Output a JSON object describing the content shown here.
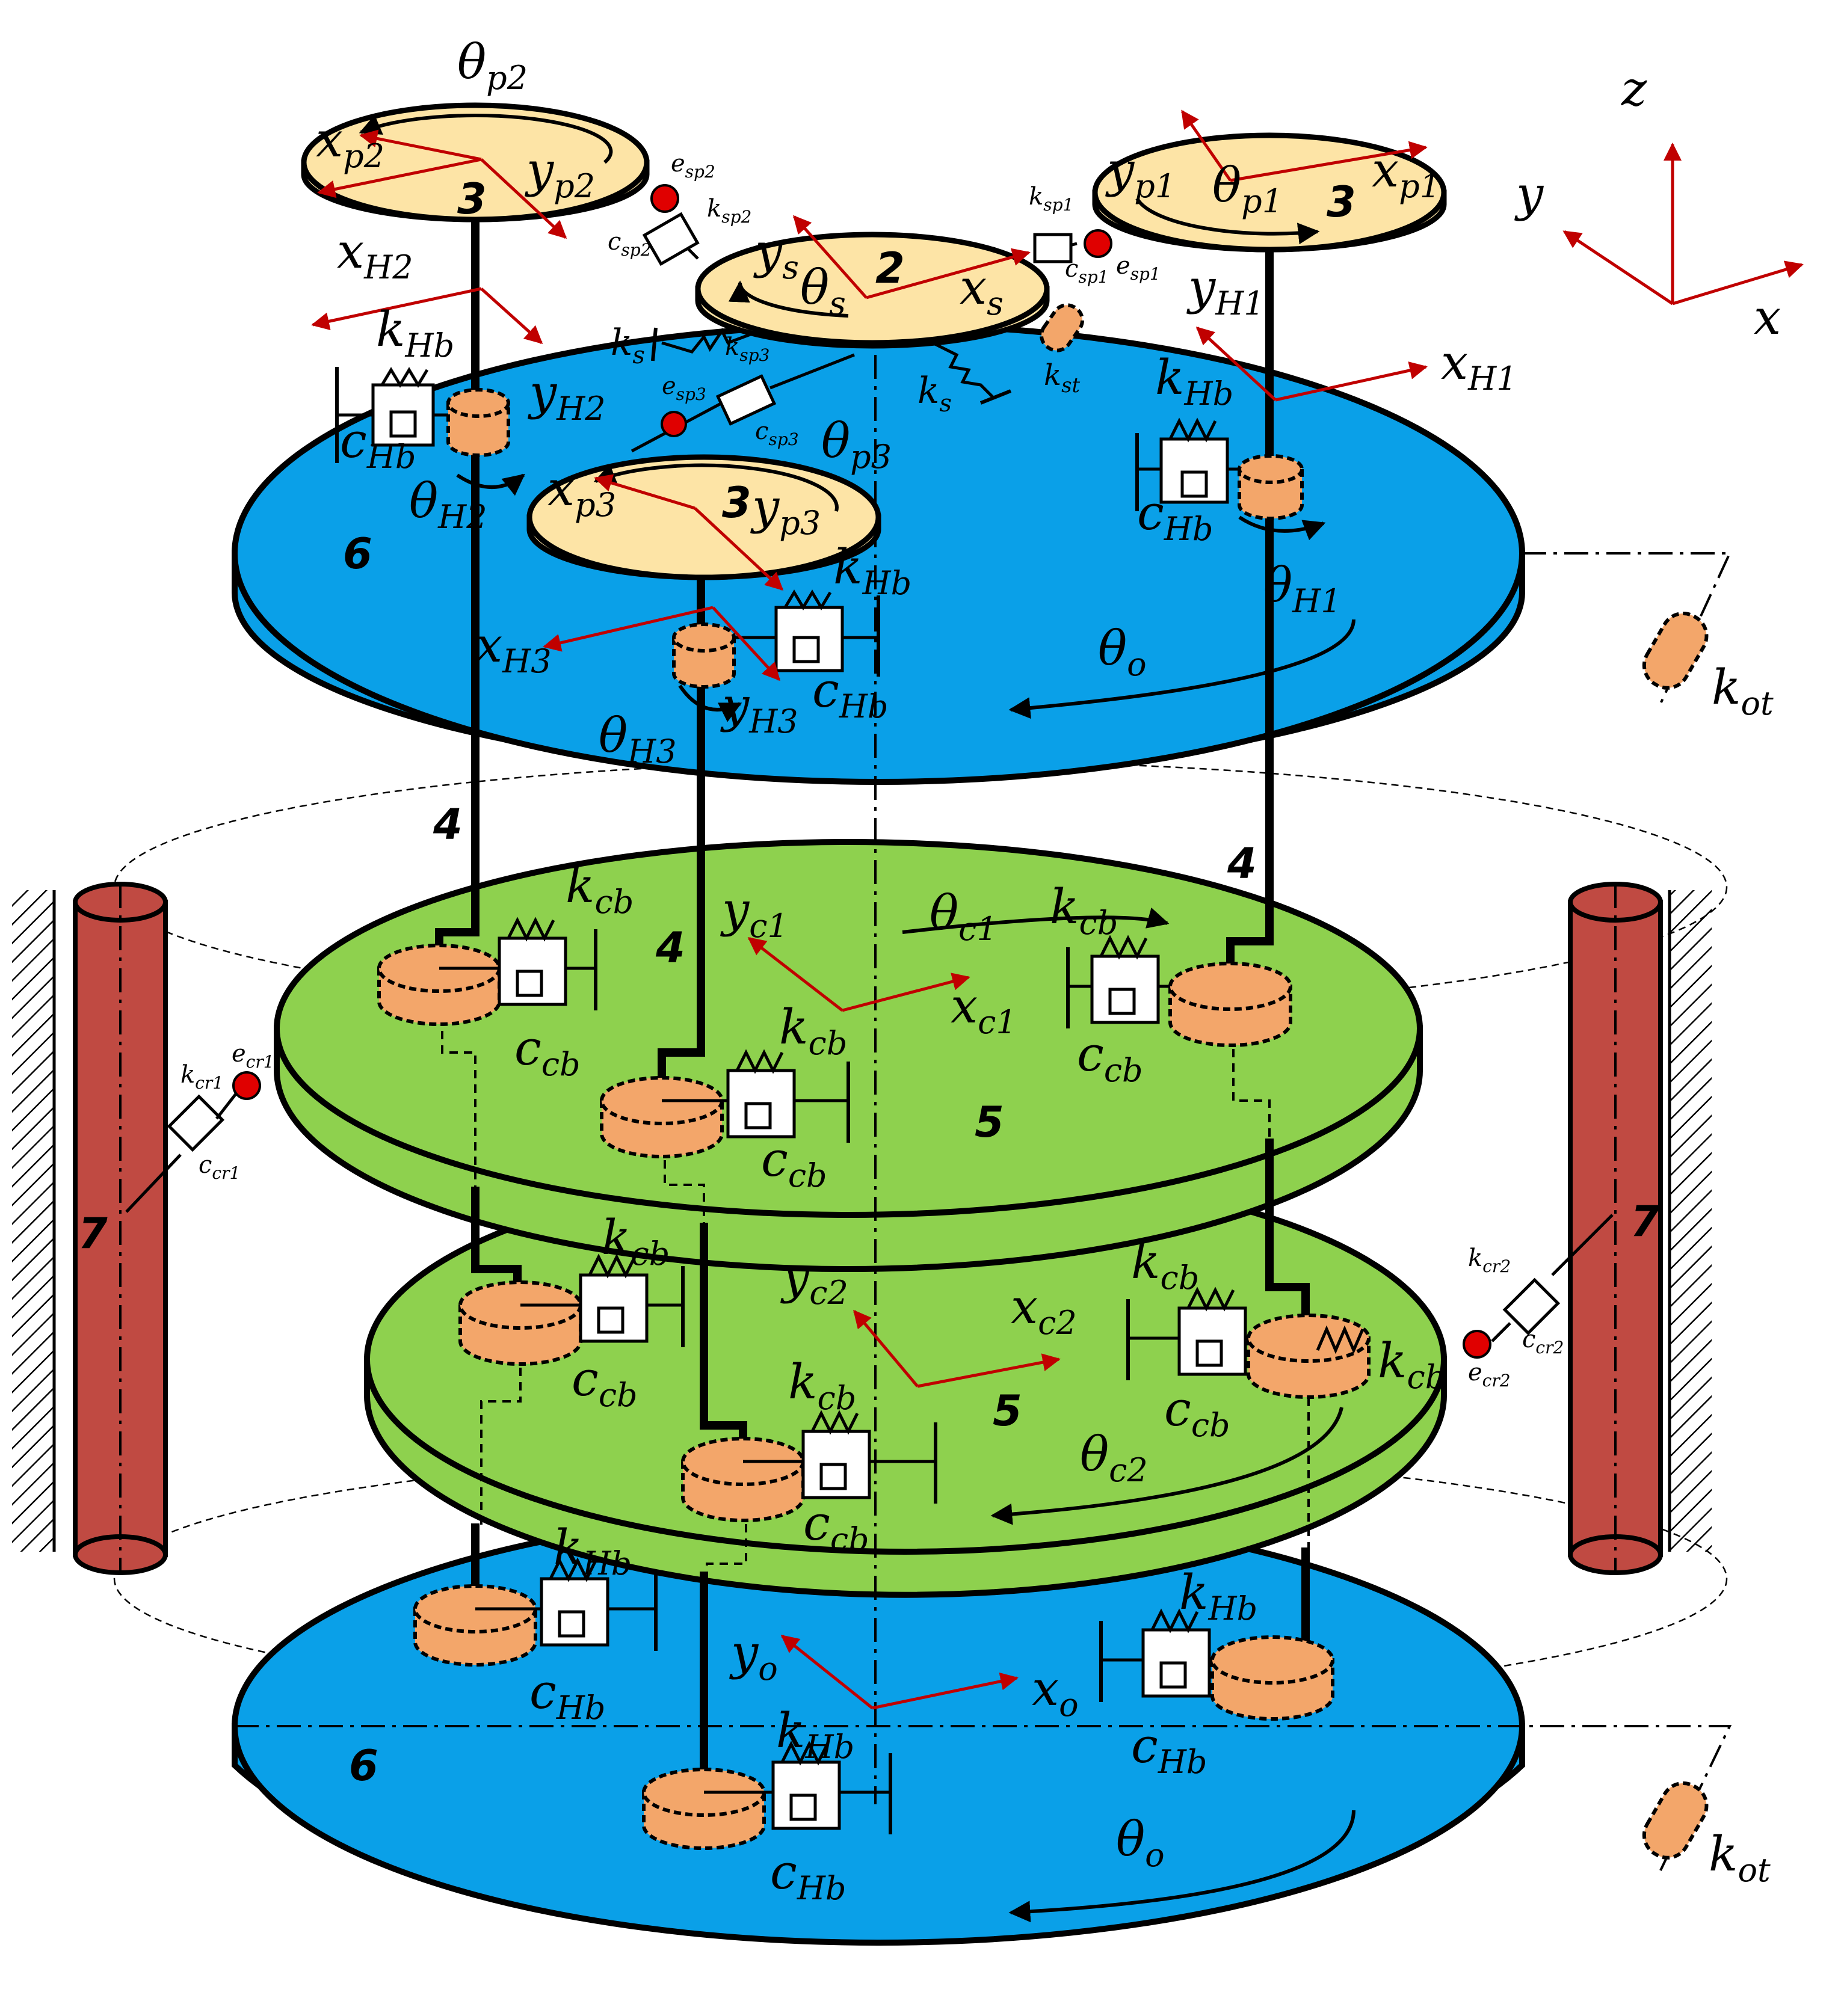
{
  "part_numbers": {
    "sun": "2",
    "planet": "3",
    "pin": "4",
    "carrier": "5",
    "housing": "6",
    "column": "7"
  },
  "labels": {
    "theta_p2": "θ",
    "theta_p2_sub": "p2",
    "x_p2": "x",
    "x_p2_sub": "p2",
    "y_p2": "y",
    "y_p2_sub": "p2",
    "x_H2": "x",
    "x_H2_sub": "H2",
    "y_H2": "y",
    "y_H2_sub": "H2",
    "theta_H2": "θ",
    "theta_H2_sub": "H2",
    "k_Hb": "k",
    "k_Hb_sub": "Hb",
    "c_Hb": "c",
    "c_Hb_sub": "Hb",
    "e_sp2": "e",
    "e_sp2_sub": "sp2",
    "k_sp2": "k",
    "k_sp2_sub": "sp2",
    "c_sp2": "c",
    "c_sp2_sub": "sp2",
    "y_s": "y",
    "y_s_sub": "s",
    "theta_s": "θ",
    "theta_s_sub": "s",
    "x_s": "x",
    "x_s_sub": "s",
    "k_s": "k",
    "k_s_sub": "s",
    "k_sp3": "k",
    "k_sp3_sub": "sp3",
    "e_sp3": "e",
    "e_sp3_sub": "sp3",
    "c_sp3": "c",
    "c_sp3_sub": "sp3",
    "theta_p3": "θ",
    "theta_p3_sub": "p3",
    "x_p3": "x",
    "x_p3_sub": "p3",
    "y_p3": "y",
    "y_p3_sub": "p3",
    "k_sp1": "k",
    "k_sp1_sub": "sp1",
    "c_sp1": "c",
    "c_sp1_sub": "sp1",
    "e_sp1": "e",
    "e_sp1_sub": "sp1",
    "k_st": "k",
    "k_st_sub": "st",
    "y_p1": "y",
    "y_p1_sub": "p1",
    "theta_p1": "θ",
    "theta_p1_sub": "p1",
    "x_p1": "x",
    "x_p1_sub": "p1",
    "y_H1": "y",
    "y_H1_sub": "H1",
    "x_H1": "x",
    "x_H1_sub": "H1",
    "theta_H1": "θ",
    "theta_H1_sub": "H1",
    "x_H3": "x",
    "x_H3_sub": "H3",
    "y_H3": "y",
    "y_H3_sub": "H3",
    "theta_H3": "θ",
    "theta_H3_sub": "H3",
    "theta_o": "θ",
    "theta_o_sub": "o",
    "k_ot": "k",
    "k_ot_sub": "ot",
    "axis_x": "x",
    "axis_y": "y",
    "axis_z": "z",
    "y_c1": "y",
    "y_c1_sub": "c1",
    "x_c1": "x",
    "x_c1_sub": "c1",
    "theta_c1": "θ",
    "theta_c1_sub": "c1",
    "k_cb": "k",
    "k_cb_sub": "cb",
    "c_cb": "c",
    "c_cb_sub": "cb",
    "k_cr1": "k",
    "k_cr1_sub": "cr1",
    "c_cr1": "c",
    "c_cr1_sub": "cr1",
    "e_cr1": "e",
    "e_cr1_sub": "cr1",
    "y_c2": "y",
    "y_c2_sub": "c2",
    "x_c2": "x",
    "x_c2_sub": "c2",
    "theta_c2": "θ",
    "theta_c2_sub": "c2",
    "k_cr2": "k",
    "k_cr2_sub": "cr2",
    "c_cr2": "c",
    "c_cr2_sub": "cr2",
    "e_cr2": "e",
    "e_cr2_sub": "cr2",
    "y_o": "y",
    "y_o_sub": "o",
    "x_o": "x",
    "x_o_sub": "o"
  },
  "colors": {
    "housing": "#0aa0e8",
    "carrier": "#8ed14e",
    "gear": "#fde4a6",
    "bearing": "#f3a66a",
    "column": "#c04a42",
    "axis_arrow": "#c00000",
    "error_source": "#e00000"
  }
}
